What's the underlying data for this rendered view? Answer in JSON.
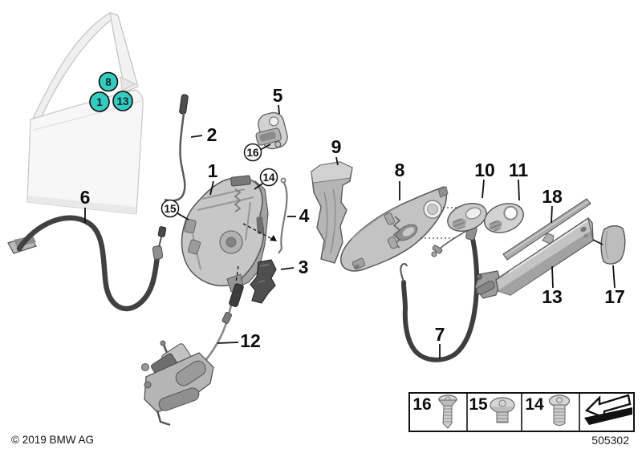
{
  "footer": {
    "copyright": "© 2019 BMW AG",
    "diagram_code": "505302"
  },
  "door_markers": [
    {
      "label": "8"
    },
    {
      "label": "1"
    },
    {
      "label": "13"
    }
  ],
  "labels": {
    "n1": "1",
    "n2": "2",
    "n3": "3",
    "n4": "4",
    "n5": "5",
    "n6": "6",
    "n7": "7",
    "n8": "8",
    "n9": "9",
    "n10": "10",
    "n11": "11",
    "n12": "12",
    "n13": "13",
    "n17": "17",
    "n18": "18"
  },
  "circled_labels": {
    "c14": "14",
    "c15": "15",
    "c16": "16"
  },
  "legend": {
    "items": [
      {
        "number": "16",
        "icon": "countersunk-screw-icon"
      },
      {
        "number": "15",
        "icon": "flat-head-screw-icon"
      },
      {
        "number": "14",
        "icon": "oval-head-screw-icon"
      }
    ],
    "arrow_icon": "direction-arrow-icon"
  },
  "colors": {
    "hotspot_teal": "#35CBC1",
    "line": "#111111",
    "part_light": "#d6d6d6",
    "part_mid": "#ababab",
    "part_dark": "#3e3e3e"
  }
}
